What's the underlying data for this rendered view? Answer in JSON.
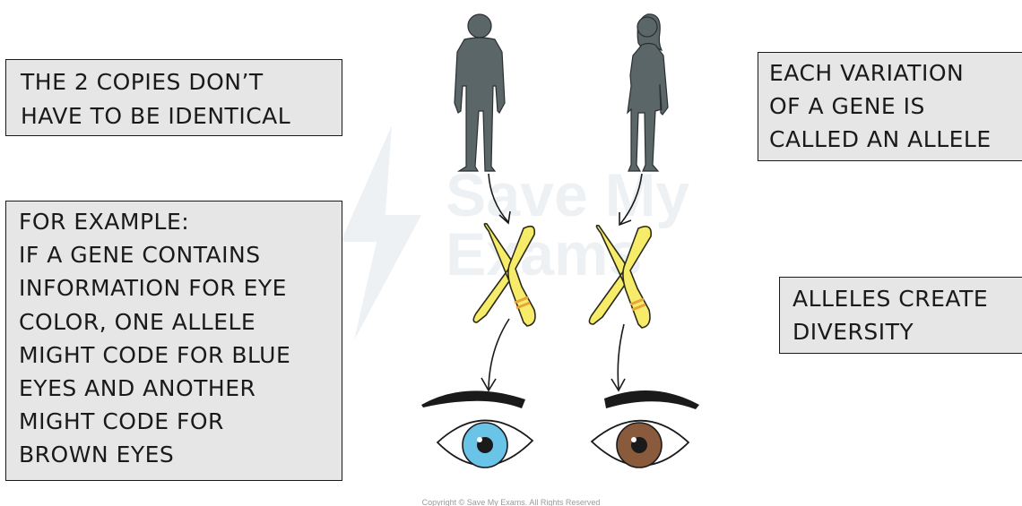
{
  "notes": {
    "copies": {
      "lines": [
        "THE 2 COPIES DON’T",
        "HAVE TO BE IDENTICAL"
      ]
    },
    "example": {
      "lines": [
        "FOR EXAMPLE:",
        "IF A GENE CONTAINS",
        "INFORMATION FOR EYE",
        "COLOR, ONE ALLELE",
        "MIGHT CODE FOR BLUE",
        "EYES AND ANOTHER",
        "MIGHT CODE FOR",
        "BROWN EYES"
      ]
    },
    "allele": {
      "lines": [
        "EACH VARIATION",
        "OF A GENE IS",
        "CALLED AN ALLELE"
      ]
    },
    "diversity": {
      "lines": [
        "ALLELES CREATE",
        "DIVERSITY"
      ]
    }
  },
  "figures": {
    "left": {
      "person": "man-silhouette",
      "eye_color_name": "blue",
      "iris_color": "#69c4e8"
    },
    "right": {
      "person": "woman-silhouette",
      "eye_color_name": "brown",
      "iris_color": "#8a5a3c"
    }
  },
  "colors": {
    "box_fill": "#e6e6e6",
    "box_border": "#1a1a1a",
    "silhouette": "#5b6669",
    "chromosome": "#f7ec6a",
    "chromosome_band": "#e8a33a"
  },
  "watermark": {
    "lines": [
      "Save My",
      "Exams"
    ]
  },
  "copyright": "Copyright © Save My Exams. All Rights Reserved"
}
